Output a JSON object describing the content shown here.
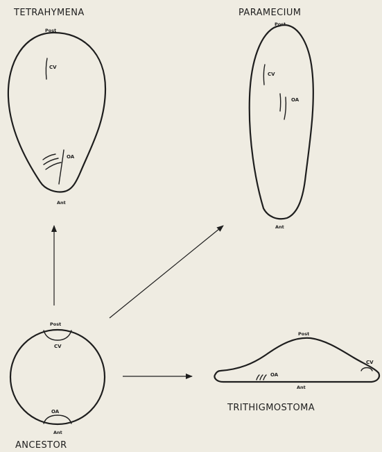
{
  "organisms": {
    "tetrahymena": {
      "name": "TETRAHYMENA",
      "post": "Post",
      "ant": "Ant",
      "cv": "CV",
      "oa": "OA"
    },
    "paramecium": {
      "name": "PARAMECIUM",
      "post": "Post",
      "ant": "Ant",
      "cv": "CV",
      "oa": "OA"
    },
    "ancestor": {
      "name": "ANCESTOR",
      "post": "Post",
      "ant": "Ant",
      "cv": "CV",
      "oa": "OA"
    },
    "trithigmostoma": {
      "name": "TRITHIGMOSTOMA",
      "post": "Post",
      "ant": "Ant",
      "cv": "CV",
      "oa": "OA"
    }
  }
}
